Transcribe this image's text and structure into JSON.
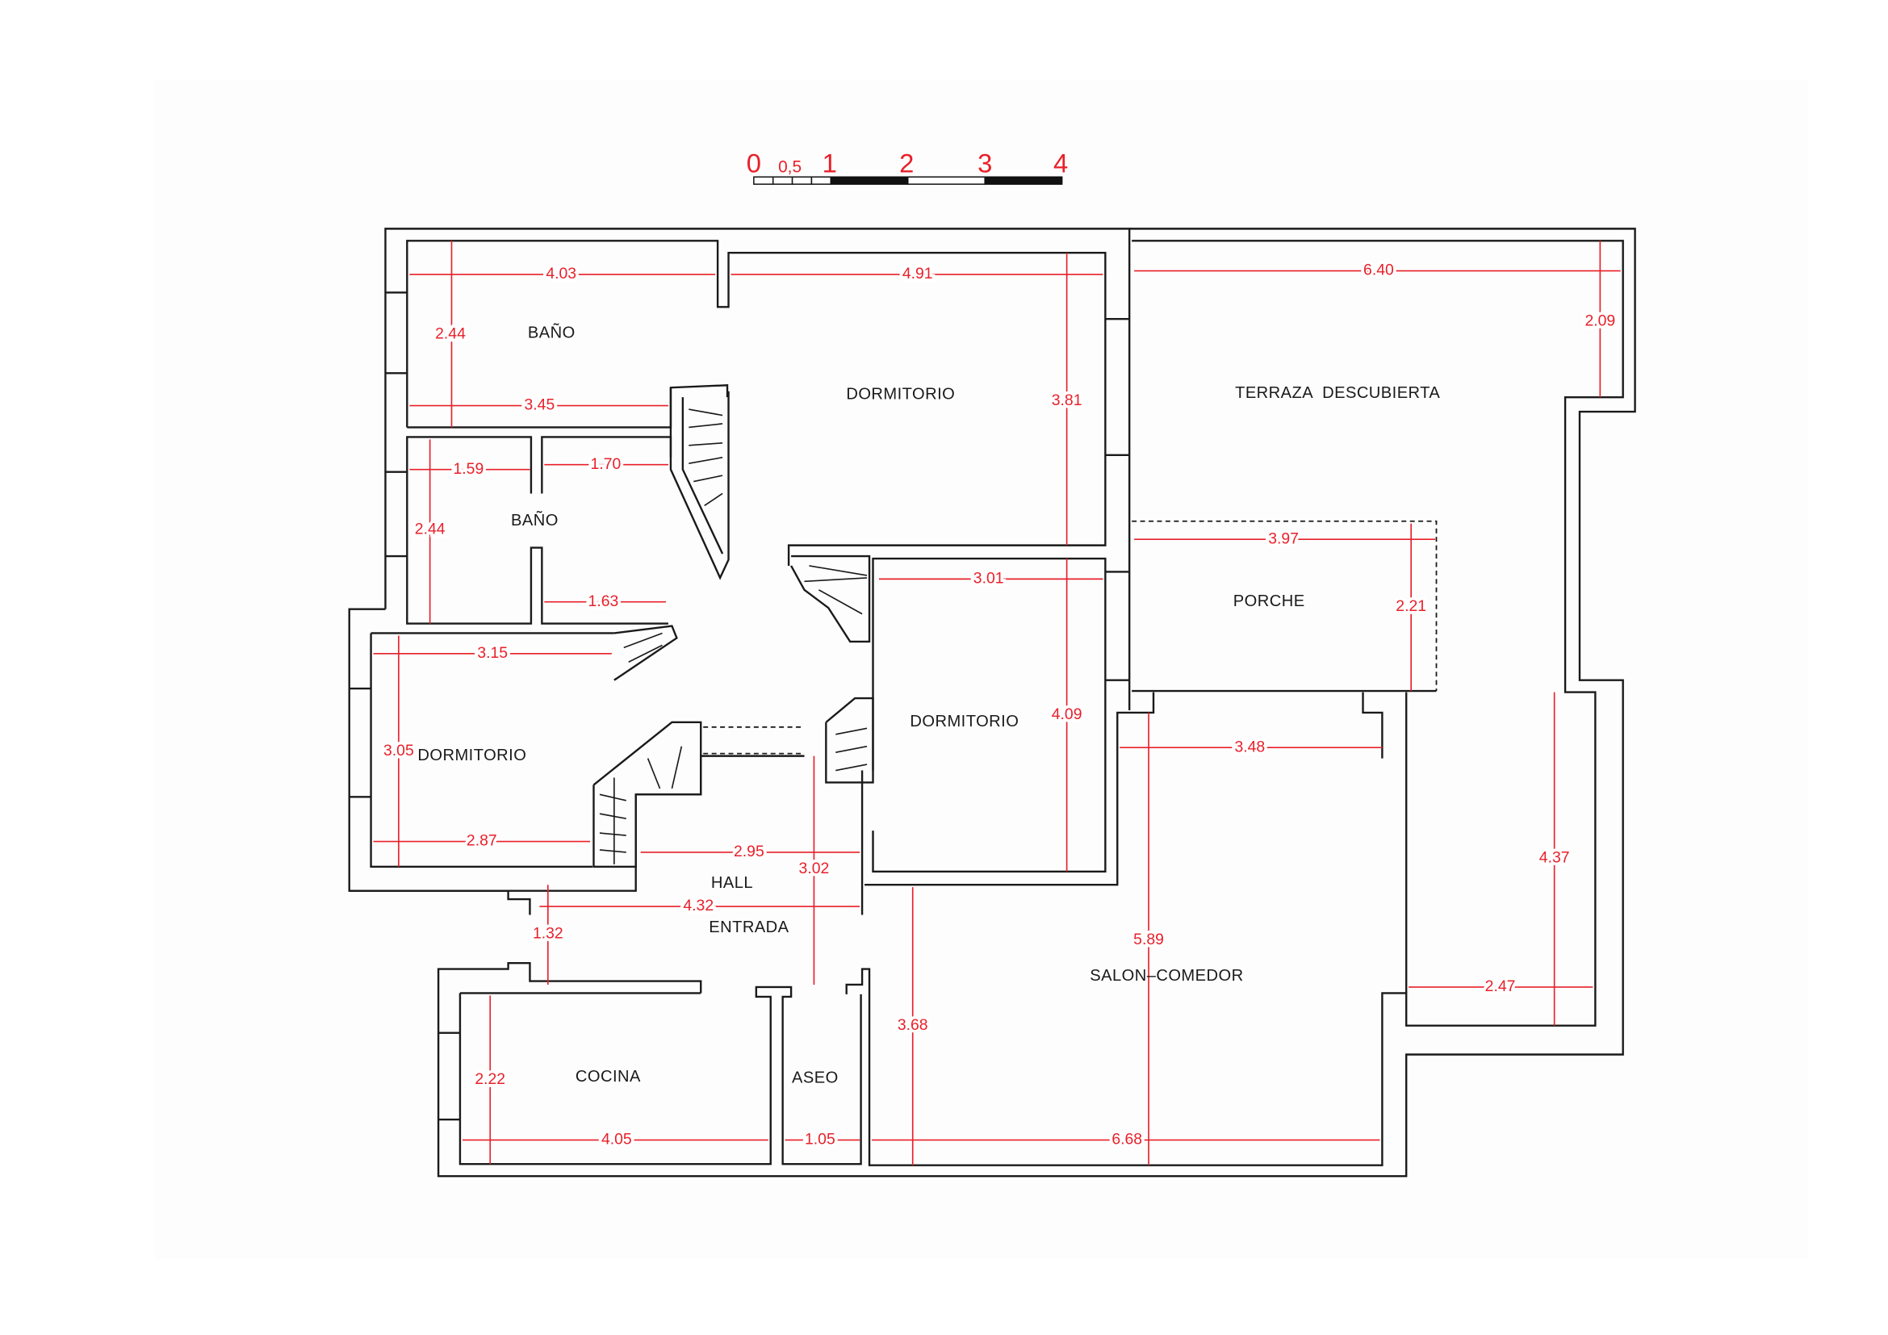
{
  "scale_bar": {
    "labels": [
      "0",
      "0,5",
      "1",
      "2",
      "3",
      "4"
    ]
  },
  "rooms": {
    "bano_1": "BAÑO",
    "bano_2": "BAÑO",
    "dormitorio_top": "DORMITORIO",
    "terraza": "TERRAZA  DESCUBIERTA",
    "porche": "PORCHE",
    "dormitorio_right": "DORMITORIO",
    "dormitorio_left": "DORMITORIO",
    "hall": "HALL",
    "entrada": "ENTRADA",
    "salon_comedor": "SALON–COMEDOR",
    "cocina": "COCINA",
    "aseo": "ASEO"
  },
  "dimensions": {
    "bano1_width": "4.03",
    "dorm_top_width": "4.91",
    "terraza_width": "6.40",
    "bano1_height": "2.44",
    "dorm_top_height": "3.81",
    "terraza_height": "2.09",
    "bano1_bottom_width": "3.45",
    "bano2_width": "1.59",
    "passage_width": "1.70",
    "bano2_height": "2.44",
    "bano2_bottom": "1.63",
    "porche_width": "3.97",
    "dorm_right_width": "3.01",
    "porche_height": "2.21",
    "dorm_left_width": "3.15",
    "dorm_left_height": "3.05",
    "dorm_right_height": "4.09",
    "salon_top_width": "3.48",
    "dorm_left_bottom": "2.87",
    "hall_width": "2.95",
    "hall_depth": "3.02",
    "entrada_width": "4.32",
    "entrada_depth": "1.32",
    "salon_depth": "5.89",
    "salon_left_depth": "3.68",
    "terraza_side_height": "4.37",
    "terraza_side_width": "2.47",
    "cocina_height": "2.22",
    "cocina_width": "4.05",
    "aseo_width": "1.05",
    "salon_width": "6.68"
  },
  "colors": {
    "dimension": "#e8202a",
    "wall": "#1a1a1a"
  }
}
